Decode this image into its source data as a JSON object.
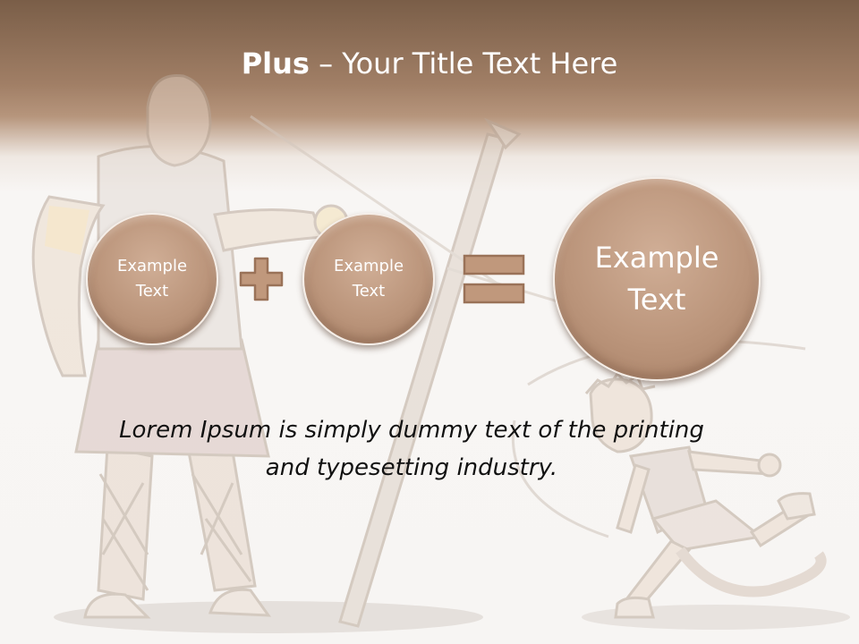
{
  "slide": {
    "title_bold": "Plus",
    "title_rest": " – Your Title Text Here",
    "circles": [
      {
        "line1": "Example",
        "line2": "Text"
      },
      {
        "line1": "Example",
        "line2": "Text"
      },
      {
        "line1": "Example",
        "line2": "Text"
      }
    ],
    "caption_line1": "Lorem Ipsum is simply dummy text of the printing",
    "caption_line2": "and typesetting industry."
  },
  "colors": {
    "header_brown": "#7a5e48",
    "circle_fill": "#bb957b",
    "sign_fill": "#c0987c",
    "sign_outline": "#9a7258",
    "background": "#f7f5f3",
    "caption_text": "#111111"
  },
  "icons": [
    "plus-icon",
    "equals-icon"
  ]
}
